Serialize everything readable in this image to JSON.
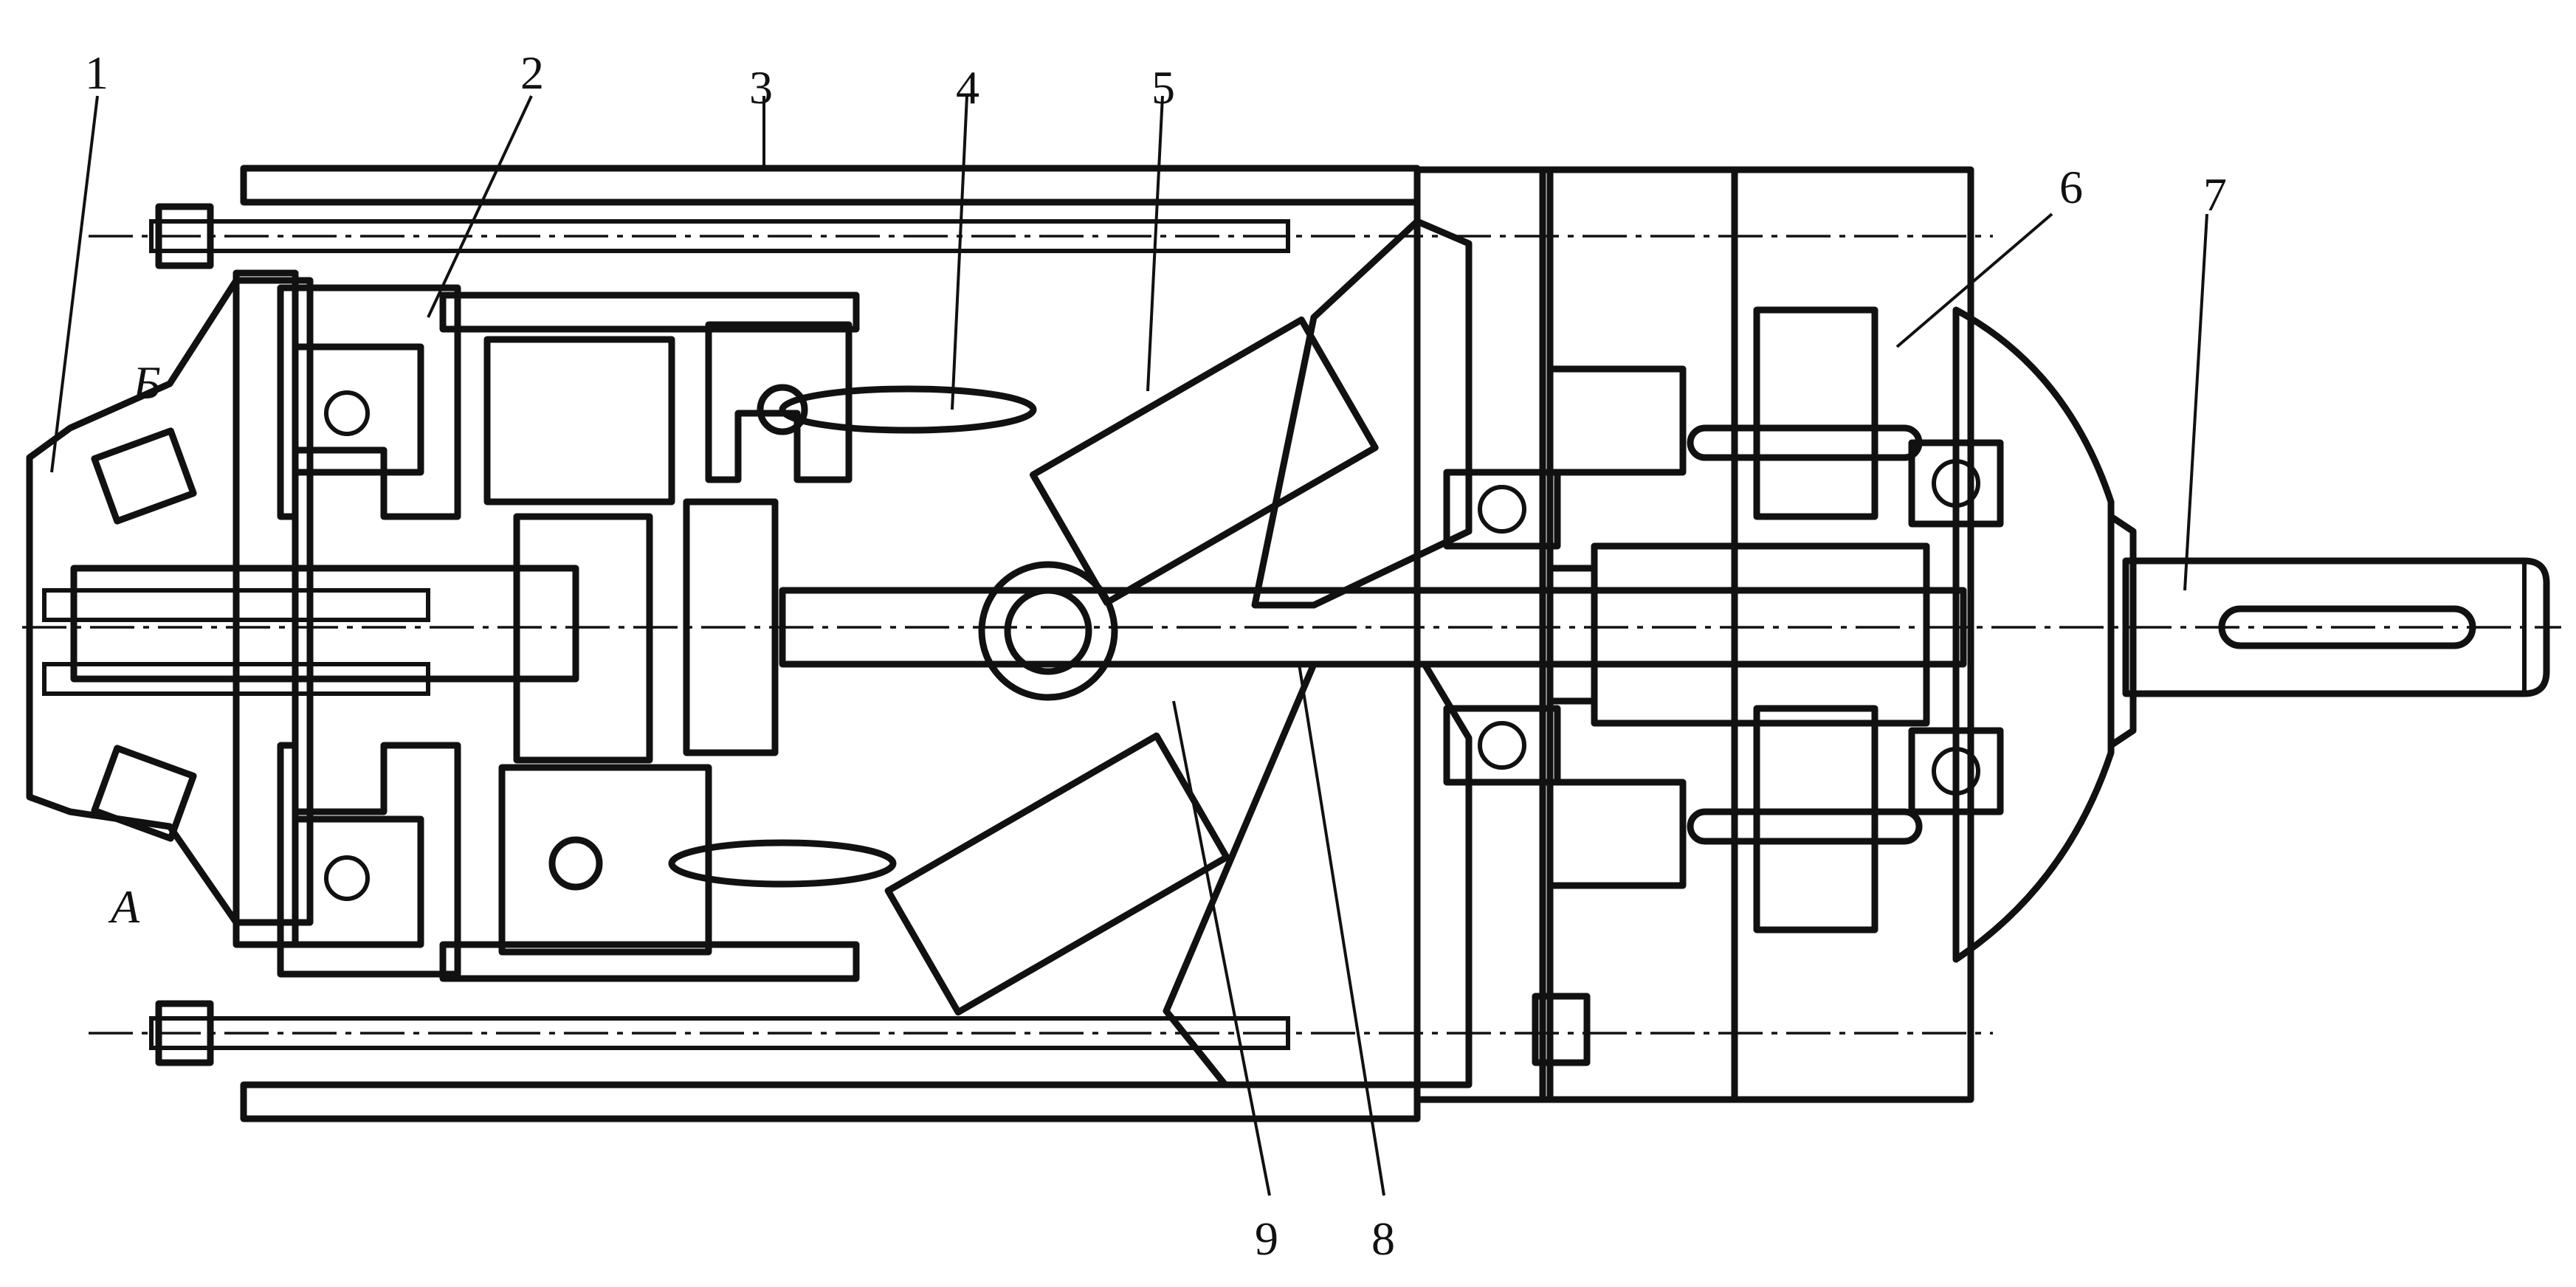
{
  "labels": {
    "n1": "1",
    "n2": "2",
    "n3": "3",
    "n4": "4",
    "n5": "5",
    "n6": "6",
    "n7": "7",
    "n8": "8",
    "n9": "9",
    "port_a": "А",
    "port_b": "Б"
  },
  "colors": {
    "ink": "#111111",
    "background": "#ffffff"
  }
}
